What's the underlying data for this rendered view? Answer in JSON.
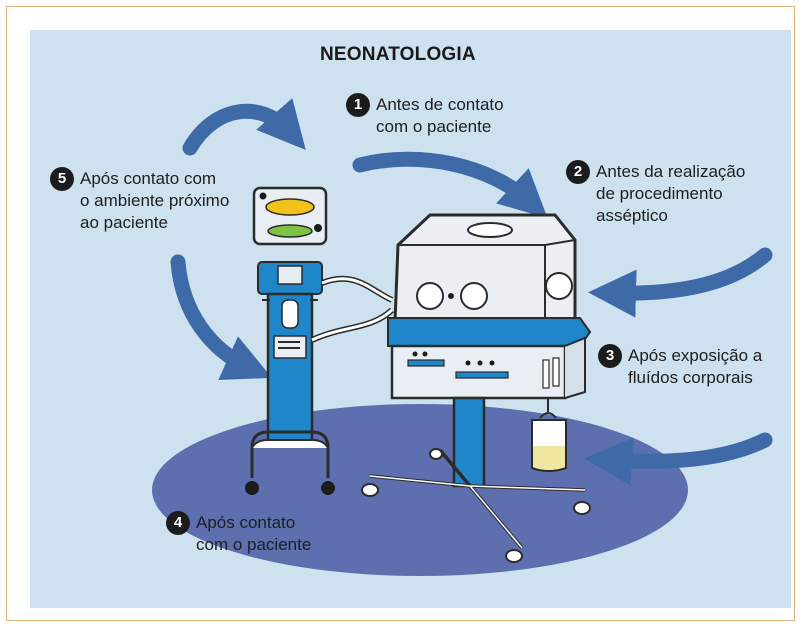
{
  "title": "NEONATOLOGIA",
  "moments": [
    {
      "number": "1",
      "lines": [
        "Antes de contato",
        "com o paciente"
      ]
    },
    {
      "number": "2",
      "lines": [
        "Antes da realização",
        "de procedimento",
        "asséptico"
      ]
    },
    {
      "number": "3",
      "lines": [
        "Após exposição a",
        "fluídos corporais"
      ]
    },
    {
      "number": "4",
      "lines": [
        "Após contato",
        "com o paciente"
      ]
    },
    {
      "number": "5",
      "lines": [
        "Após contato com",
        "o ambiente próximo",
        "ao paciente"
      ]
    }
  ],
  "colors": {
    "background_panel": "#cde1ef",
    "floor_ellipse": "#5d6fae",
    "arrow": "#3e6aa8",
    "equipment_blue": "#1f86c9",
    "frame_border": "#e2b27c"
  }
}
